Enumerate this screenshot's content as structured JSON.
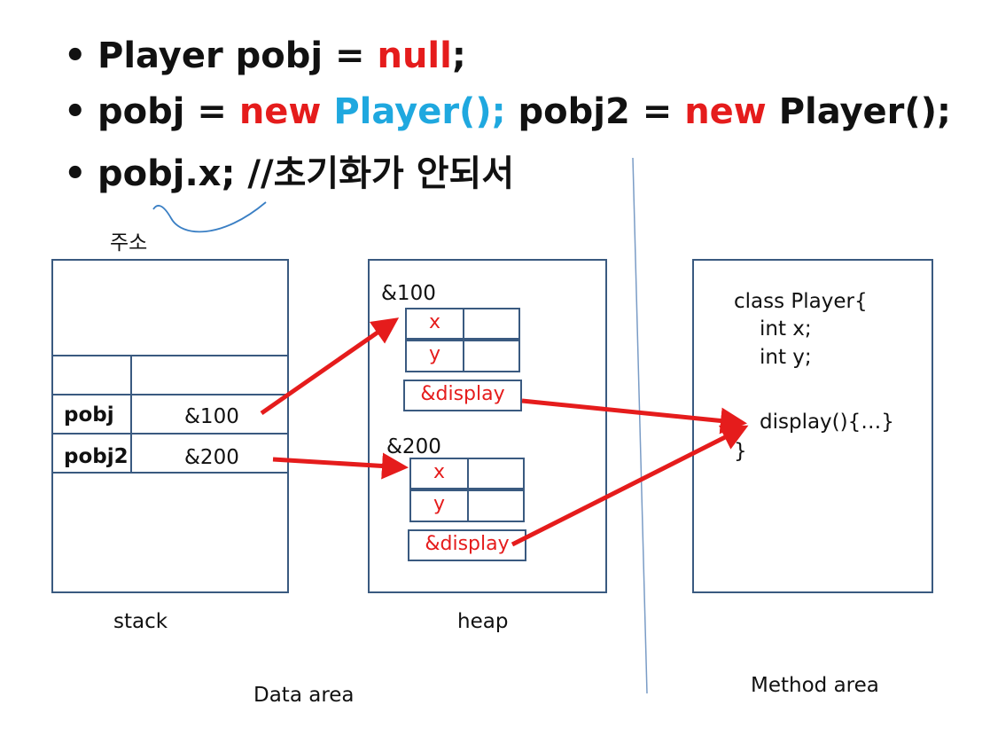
{
  "bullets": {
    "line1": {
      "a": "Player pobj = ",
      "b": "null",
      "c": ";"
    },
    "line2": {
      "a": "pobj = ",
      "b": "new",
      "c": " ",
      "d": "Player();",
      "e": " pobj2 = ",
      "f": "new",
      "g": " Player();"
    },
    "line3": {
      "a": "pobj.x; //초기화가 안되서"
    }
  },
  "address_label": "주소",
  "stack": {
    "rows": [
      {
        "var": "pobj",
        "value": "&100"
      },
      {
        "var": "pobj2",
        "value": "&200"
      }
    ],
    "label": "stack"
  },
  "heap": {
    "objects": [
      {
        "address": "&100",
        "fields": [
          "x",
          "y"
        ],
        "method_ref": "&display"
      },
      {
        "address": "&200",
        "fields": [
          "x",
          "y"
        ],
        "method_ref": "&display"
      }
    ],
    "label": "heap"
  },
  "method_area": {
    "code": [
      "class Player{",
      "int x;",
      "int y;",
      "display(){…}",
      "}"
    ],
    "label": "Method area"
  },
  "data_area_label": "Data area",
  "colors": {
    "red": "#e51c1c",
    "blue": "#1fa8df",
    "border": "#3a5a80",
    "divider": "#7a9cc6"
  }
}
